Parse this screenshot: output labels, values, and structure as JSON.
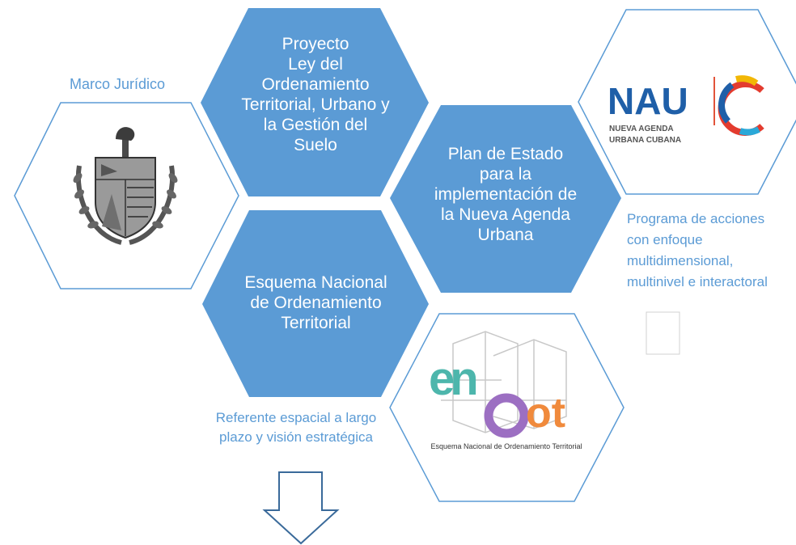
{
  "colors": {
    "hex_fill": "#5b9bd5",
    "hex_outline": "#5b9bd5",
    "caption_text": "#5b9bd5",
    "nau_blue": "#1f5fa8",
    "enot_teal": "#4db6ac",
    "enot_yellow": "#e6d85a",
    "enot_purple": "#9c6fc2",
    "enot_orange": "#f08a3c"
  },
  "hexagons": {
    "proyecto_ley": "Proyecto\nLey del\nOrdenamiento\nTerritorial, Urbano y\nla Gestión del\nSuelo",
    "plan_estado": "Plan de Estado\npara la\nimplementación de\nla Nueva Agenda\nUrbana",
    "esquema_nacional": "Esquema Nacional\nde Ordenamiento\nTerritorial"
  },
  "captions": {
    "marco_juridico": "Marco Jurídico",
    "programa_acciones": "Programa de acciones\ncon enfoque\nmultidimensional,\nmultinivel  e interactoral",
    "referente_espacial": "Referente espacial  a largo\nplazo y visión estratégica"
  },
  "logos": {
    "nau_title": "NAU",
    "nau_sub_1": "NUEVA AGENDA",
    "nau_sub_2": "URBANA CUBANA",
    "enot_word_1": "en",
    "enot_word_2": "ot",
    "enot_caption": "Esquema Nacional de Ordenamiento Territorial"
  },
  "icons": [
    "cuban-coat-of-arms-icon",
    "nau-logo",
    "enot-logo",
    "down-arrow-icon"
  ]
}
